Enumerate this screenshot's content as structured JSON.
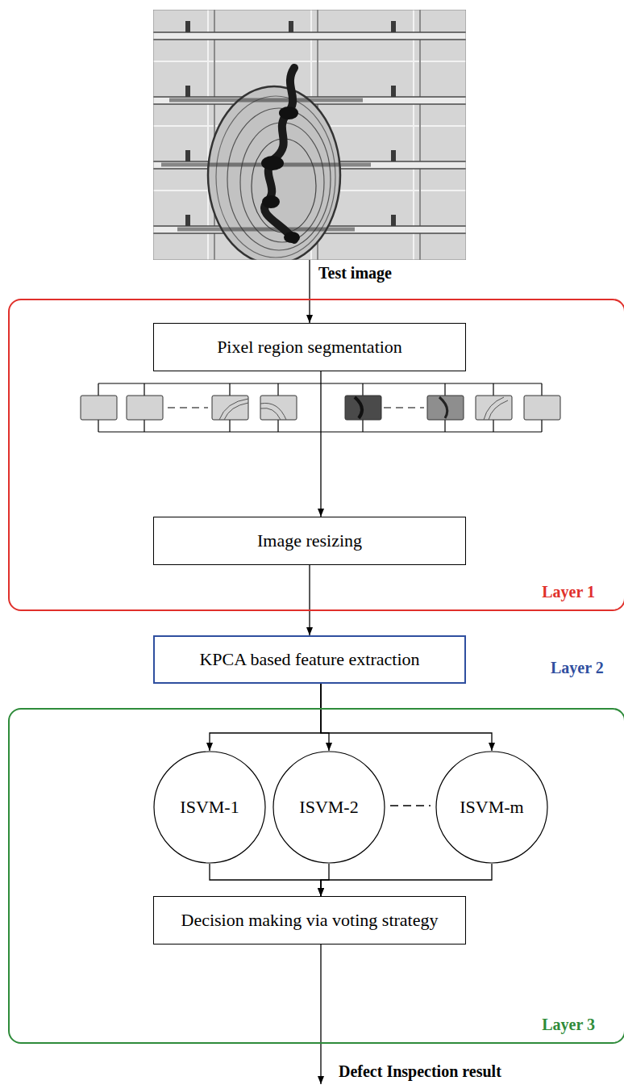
{
  "diagram": {
    "nodes": [
      {
        "text": [
          "Test image"
        ]
      },
      {
        "text": [
          "Layer 1"
        ]
      },
      {
        "text": [
          "Pixel region segmentation"
        ],
        "in": 1
      },
      {
        "text": [
          "Image resizing"
        ],
        "in": 1
      },
      {
        "text": [
          "KPCA based feature extraction"
        ]
      },
      {
        "text": [
          "Layer 3"
        ]
      },
      {
        "text": [
          "ISVM-1"
        ],
        "in": 5
      },
      {
        "text": [
          "ISVM-2"
        ],
        "in": 5
      },
      {
        "text": [
          "ISVM-m"
        ],
        "in": 5
      },
      {
        "text": [
          "Decision making via voting strategy"
        ],
        "in": 5
      }
    ],
    "edges": [
      {
        "from": 0,
        "to": 2,
        "arrow": "to"
      },
      {
        "from": 2,
        "to": 3,
        "arrow": "to"
      },
      {
        "from": 3,
        "to": 4,
        "arrow": "to"
      },
      {
        "from": 4,
        "to": 6,
        "arrow": "to"
      },
      {
        "from": 4,
        "to": 7,
        "arrow": "to"
      },
      {
        "from": 4,
        "to": 8,
        "arrow": "to"
      },
      {
        "from": 6,
        "to": 9,
        "arrow": "to"
      },
      {
        "from": 7,
        "to": 9,
        "arrow": "to"
      },
      {
        "from": 8,
        "to": 9,
        "arrow": "to"
      }
    ],
    "labels": [
      "Layer 2",
      "Defect Inspection result"
    ]
  }
}
